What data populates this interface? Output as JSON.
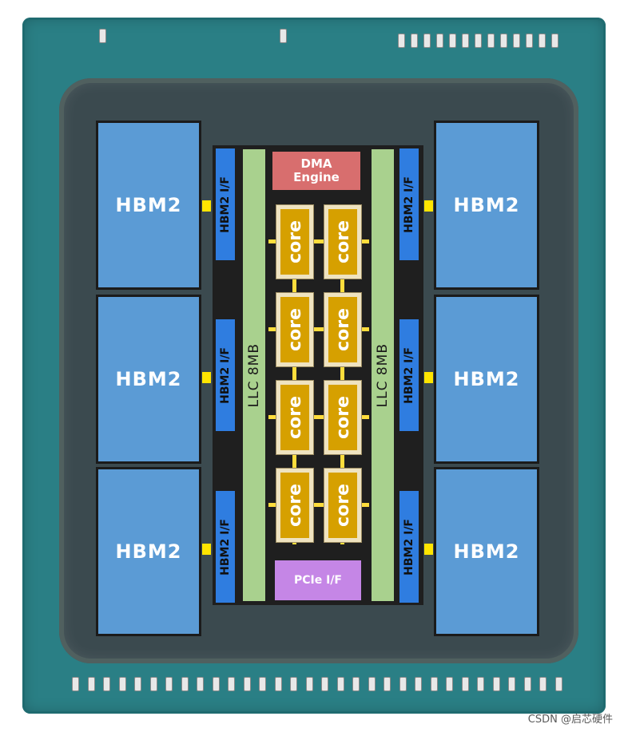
{
  "hbm": {
    "left_top": "HBM2",
    "left_mid": "HBM2",
    "left_bottom": "HBM2",
    "right_top": "HBM2",
    "right_mid": "HBM2",
    "right_bottom": "HBM2"
  },
  "hbm_if": {
    "left": [
      "HBM2 I/F",
      "HBM2 I/F",
      "HBM2 I/F"
    ],
    "right": [
      "HBM2 I/F",
      "HBM2 I/F",
      "HBM2 I/F"
    ]
  },
  "llc": {
    "left": "LLC 8MB",
    "right": "LLC 8MB"
  },
  "dma": {
    "line1": "DMA",
    "line2": "Engine"
  },
  "pcie": "PCIe I/F",
  "cores": [
    "core",
    "core",
    "core",
    "core",
    "core",
    "core",
    "core",
    "core"
  ],
  "watermark": "CSDN @启芯硬件",
  "colors": {
    "substrate": "#2a7f85",
    "hbm": "#5b9bd5",
    "hbm_if": "#2f7de0",
    "llc": "#a9d18e",
    "dma": "#d86e6e",
    "pcie": "#c586e6",
    "core": "#d6a000",
    "mesh": "#ffdd3c"
  }
}
